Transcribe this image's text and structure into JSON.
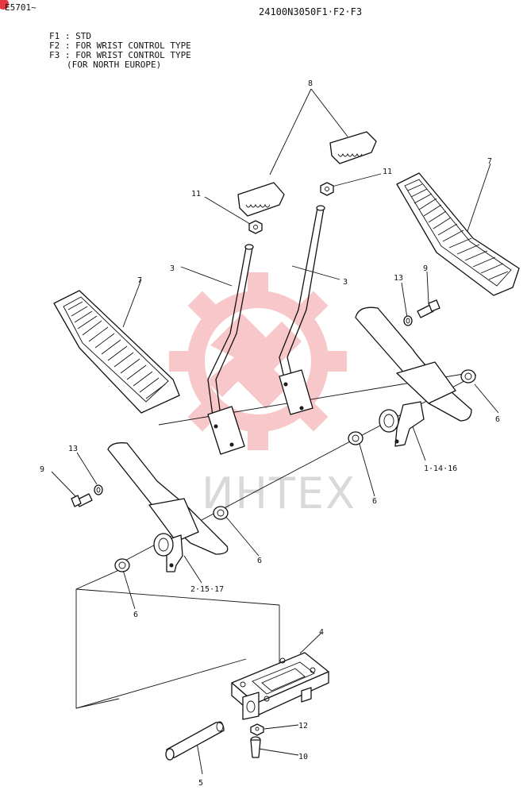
{
  "header": {
    "serial_range": "E5701~",
    "part_code": "24100N3050F1·F2·F3"
  },
  "legend": {
    "line1": "F1 : STD",
    "line2": "F2 : FOR WRIST CONTROL TYPE",
    "line3": "F3 : FOR WRIST CONTROL TYPE",
    "line4": "(FOR NORTH EUROPE)"
  },
  "watermark": {
    "text": "ИНТЕХ",
    "color": "#e6393f"
  },
  "callouts": {
    "c8": "8",
    "c11_left": "11",
    "c11_right": "11",
    "c7_right": "7",
    "c7_left": "7",
    "c3_left": "3",
    "c3_right": "3",
    "c13_right": "13",
    "c9_right": "9",
    "c6_right": "6",
    "c1": "1·14·16",
    "c13_left": "13",
    "c9_left": "9",
    "c6_mid": "6",
    "c6_center": "6",
    "c2": "2·15·17",
    "c6_left": "6",
    "c4": "4",
    "c12": "12",
    "c10": "10",
    "c5": "5"
  }
}
